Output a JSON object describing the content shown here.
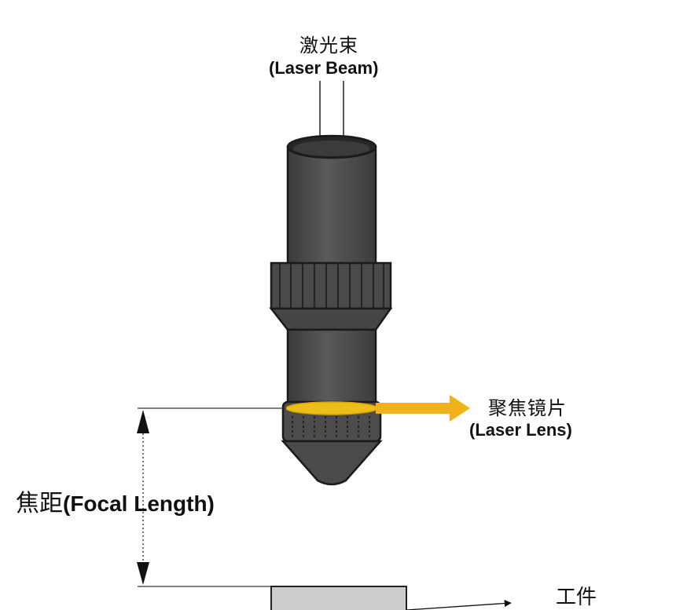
{
  "beam_label": {
    "cn": "激光束",
    "en": "(Laser Beam)"
  },
  "lens_label": {
    "cn": "聚焦镜片",
    "en": "(Laser Lens)"
  },
  "focal_label": {
    "cn": "焦距",
    "en": "(Focal Length)"
  },
  "workpiece_label": {
    "cn": "工件"
  },
  "colors": {
    "body": "#4f4f4f",
    "body_dark": "#262626",
    "outline": "#1a1a1a",
    "lens": "#f5c518",
    "arrow": "#f0b21a",
    "workpiece": "#cccccc"
  }
}
